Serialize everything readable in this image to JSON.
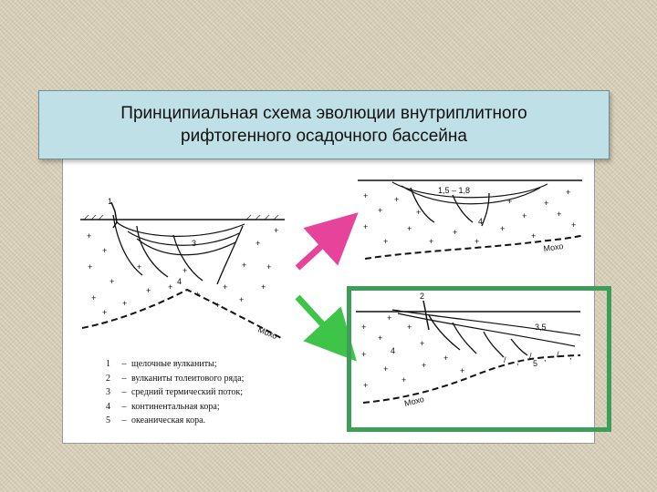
{
  "title": "Принципиальная схема эволюции внутриплитного рифтогенного осадочного бассейна",
  "legend": [
    {
      "num": "1",
      "text": "щелочные вулканиты;"
    },
    {
      "num": "2",
      "text": "вулканиты толеитового ряда;"
    },
    {
      "num": "3",
      "text": "средний термический поток;"
    },
    {
      "num": "4",
      "text": "континентальная кора;"
    },
    {
      "num": "5",
      "text": "океаническая кора."
    }
  ],
  "legend_dash": "–",
  "left_diagram": {
    "label_1": "1",
    "label_3": "3",
    "label_4": "4",
    "moho": "Мохо"
  },
  "top_right_diagram": {
    "heat_flow": "1,5 – 1,8",
    "label_4": "4",
    "moho": "Мохо"
  },
  "bottom_right_diagram": {
    "label_2": "2",
    "label_35": "3,5",
    "label_4": "4",
    "label_5": "5",
    "moho": "Мохо"
  },
  "colors": {
    "arrow_up": "#e8439a",
    "arrow_down": "#3fc44a",
    "frame": "#3e9d58",
    "title_bg": "#bfe0e6"
  }
}
